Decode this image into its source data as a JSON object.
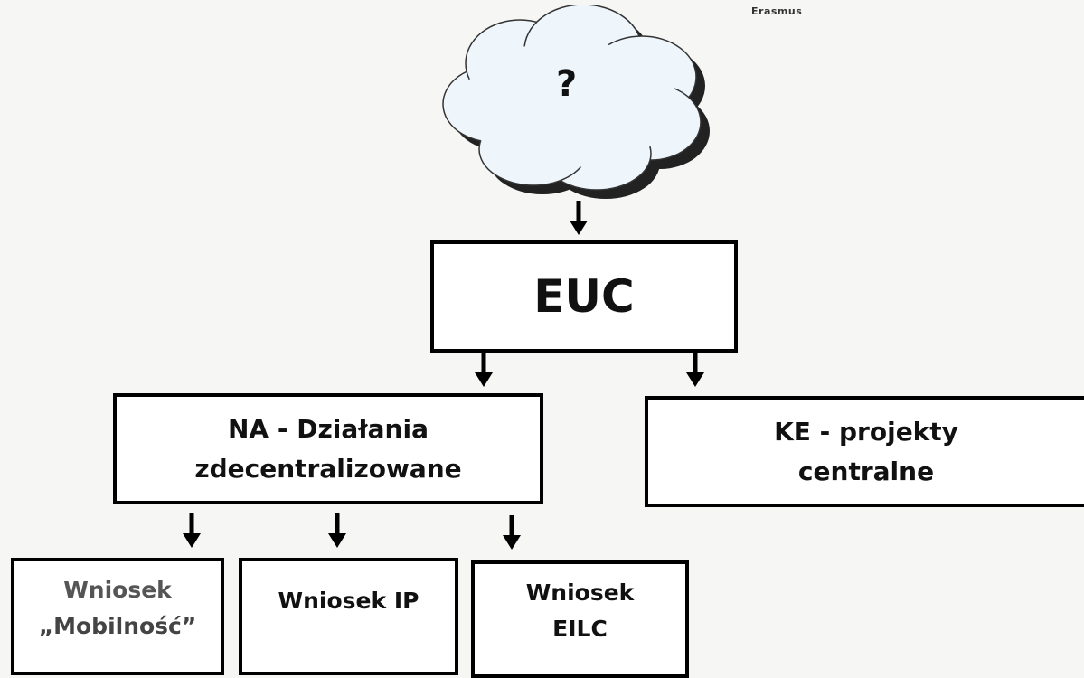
{
  "header": {
    "logo_text": "Erasmus"
  },
  "cloud": {
    "label": "?"
  },
  "euc": {
    "label": "EUC"
  },
  "na": {
    "line1": "NA - Działania",
    "line2": "zdecentralizowane"
  },
  "ke": {
    "line1": "KE - projekty",
    "line2": "centralne"
  },
  "applications": [
    {
      "line1": "Wniosek",
      "line2": "„Mobilność”",
      "color": "#444444"
    },
    {
      "line1": "Wniosek IP",
      "line2": "",
      "color": "#111111"
    },
    {
      "line1": "Wniosek",
      "line2": "EILC",
      "color": "#111111"
    }
  ],
  "colors": {
    "border": "#000000",
    "background": "#f6f7f5",
    "cloud_fill": "#eef5fb"
  }
}
